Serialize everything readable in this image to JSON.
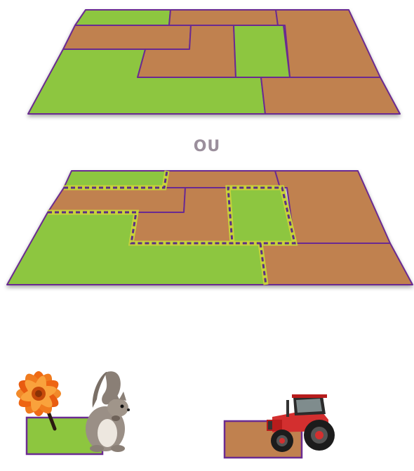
{
  "separator_text": "OU",
  "colors": {
    "grass": "#8dc63f",
    "ploughed": "#c0814f",
    "border": "#6b2c91",
    "hedge_dash": "#c8d23a",
    "hedge_gap": "#5a2f86",
    "separator": "#9b8f9c"
  },
  "legend": [
    {
      "name": "grass-parcel",
      "icons": [
        "flower-icon",
        "squirrel-icon"
      ]
    },
    {
      "name": "ploughed-parcel",
      "icons": [
        "tractor-icon"
      ]
    }
  ]
}
